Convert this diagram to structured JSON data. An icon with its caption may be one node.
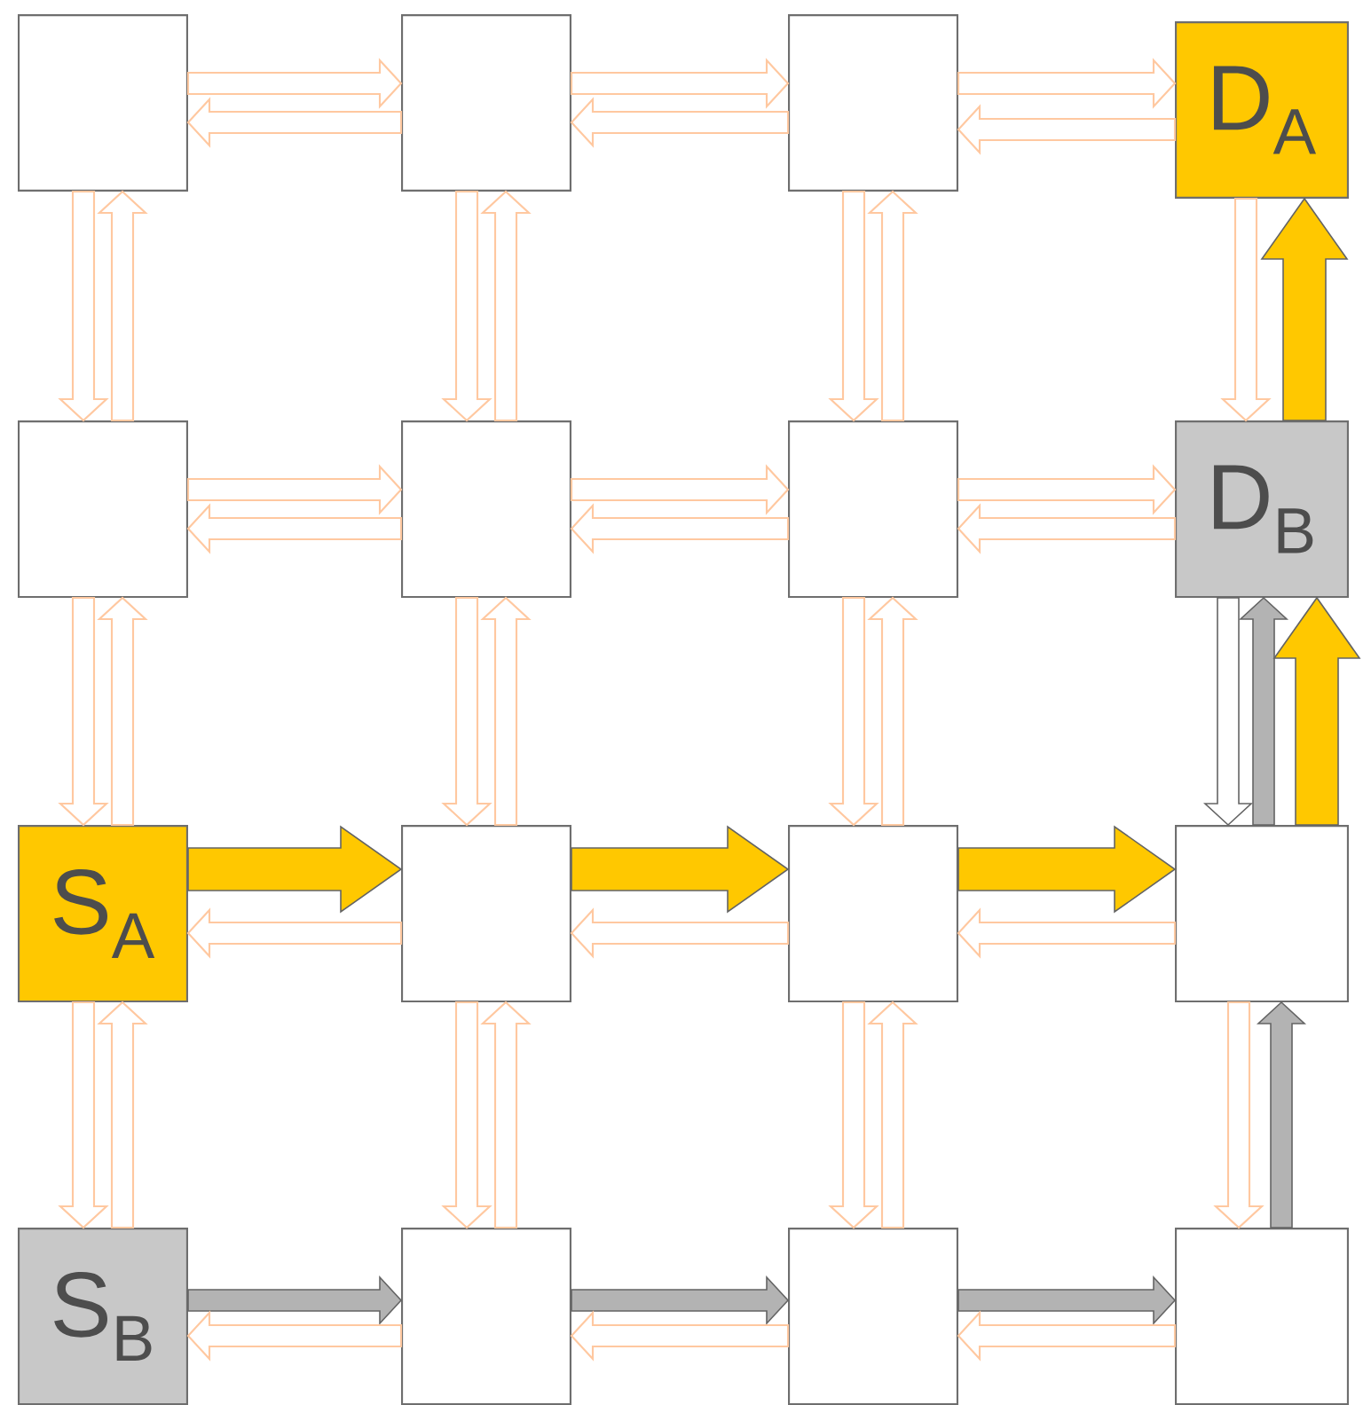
{
  "diagram": {
    "nodes": [
      {
        "text": [],
        "shape": "box"
      },
      {
        "text": [],
        "shape": "box"
      },
      {
        "text": [],
        "shape": "box"
      },
      {
        "text": [
          "D$_{A}$"
        ]
      },
      {
        "text": [],
        "shape": "box"
      },
      {
        "text": [],
        "shape": "box"
      },
      {
        "text": [],
        "shape": "box"
      },
      {
        "text": [
          "D$_{B}$"
        ]
      },
      {
        "text": [
          "S$_{A}$"
        ]
      },
      {
        "text": [],
        "shape": "box"
      },
      {
        "text": [],
        "shape": "box"
      },
      {
        "text": [],
        "shape": "box"
      },
      {
        "text": [
          "S$_{B}$"
        ]
      },
      {
        "text": [],
        "shape": "box"
      },
      {
        "text": [],
        "shape": "box"
      },
      {
        "text": [],
        "shape": "box"
      }
    ],
    "edges": [
      {
        "from": 0,
        "to": 1,
        "arrow": "to"
      },
      {
        "from": 1,
        "to": 0,
        "arrow": "to"
      },
      {
        "from": 1,
        "to": 2,
        "arrow": "to"
      },
      {
        "from": 2,
        "to": 1,
        "arrow": "to"
      },
      {
        "from": 2,
        "to": 3,
        "arrow": "to"
      },
      {
        "from": 3,
        "to": 2,
        "arrow": "to"
      },
      {
        "from": 4,
        "to": 5,
        "arrow": "to"
      },
      {
        "from": 5,
        "to": 4,
        "arrow": "to"
      },
      {
        "from": 5,
        "to": 6,
        "arrow": "to"
      },
      {
        "from": 6,
        "to": 5,
        "arrow": "to"
      },
      {
        "from": 6,
        "to": 7,
        "arrow": "to"
      },
      {
        "from": 7,
        "to": 6,
        "arrow": "to"
      },
      {
        "from": 8,
        "to": 9,
        "arrow": "to",
        "style": "thick",
        "color": "#ffc800"
      },
      {
        "from": 9,
        "to": 8,
        "arrow": "to"
      },
      {
        "from": 9,
        "to": 10,
        "arrow": "to",
        "style": "thick",
        "color": "#ffc800"
      },
      {
        "from": 10,
        "to": 9,
        "arrow": "to"
      },
      {
        "from": 10,
        "to": 11,
        "arrow": "to",
        "style": "thick",
        "color": "#ffc800"
      },
      {
        "from": 11,
        "to": 10,
        "arrow": "to"
      },
      {
        "from": 12,
        "to": 13,
        "arrow": "to",
        "color": "#b3b3b3"
      },
      {
        "from": 13,
        "to": 12,
        "arrow": "to"
      },
      {
        "from": 13,
        "to": 14,
        "arrow": "to",
        "color": "#b3b3b3"
      },
      {
        "from": 14,
        "to": 13,
        "arrow": "to"
      },
      {
        "from": 14,
        "to": 15,
        "arrow": "to",
        "color": "#b3b3b3"
      },
      {
        "from": 15,
        "to": 14,
        "arrow": "to"
      },
      {
        "from": 0,
        "to": 4,
        "arrow": "to"
      },
      {
        "from": 4,
        "to": 0,
        "arrow": "to"
      },
      {
        "from": 4,
        "to": 8,
        "arrow": "to"
      },
      {
        "from": 8,
        "to": 4,
        "arrow": "to"
      },
      {
        "from": 8,
        "to": 12,
        "arrow": "to"
      },
      {
        "from": 12,
        "to": 8,
        "arrow": "to"
      },
      {
        "from": 1,
        "to": 5,
        "arrow": "to"
      },
      {
        "from": 5,
        "to": 1,
        "arrow": "to"
      },
      {
        "from": 5,
        "to": 9,
        "arrow": "to"
      },
      {
        "from": 9,
        "to": 5,
        "arrow": "to"
      },
      {
        "from": 9,
        "to": 13,
        "arrow": "to"
      },
      {
        "from": 13,
        "to": 9,
        "arrow": "to"
      },
      {
        "from": 2,
        "to": 6,
        "arrow": "to"
      },
      {
        "from": 6,
        "to": 2,
        "arrow": "to"
      },
      {
        "from": 6,
        "to": 10,
        "arrow": "to"
      },
      {
        "from": 10,
        "to": 6,
        "arrow": "to"
      },
      {
        "from": 10,
        "to": 14,
        "arrow": "to"
      },
      {
        "from": 14,
        "to": 10,
        "arrow": "to"
      },
      {
        "from": 3,
        "to": 7,
        "arrow": "to"
      },
      {
        "from": 7,
        "to": 3,
        "arrow": "to",
        "style": "thick",
        "color": "#ffc800"
      },
      {
        "from": 7,
        "to": 11,
        "arrow": "to",
        "color": "#ffffff"
      },
      {
        "from": 11,
        "to": 7,
        "arrow": "to",
        "color": "#b3b3b3"
      },
      {
        "from": 11,
        "to": 7,
        "arrow": "to",
        "style": "thick",
        "color": "#ffc800"
      },
      {
        "from": 11,
        "to": 15,
        "arrow": "to"
      },
      {
        "from": 15,
        "to": 11,
        "arrow": "to",
        "color": "#b3b3b3"
      }
    ]
  }
}
